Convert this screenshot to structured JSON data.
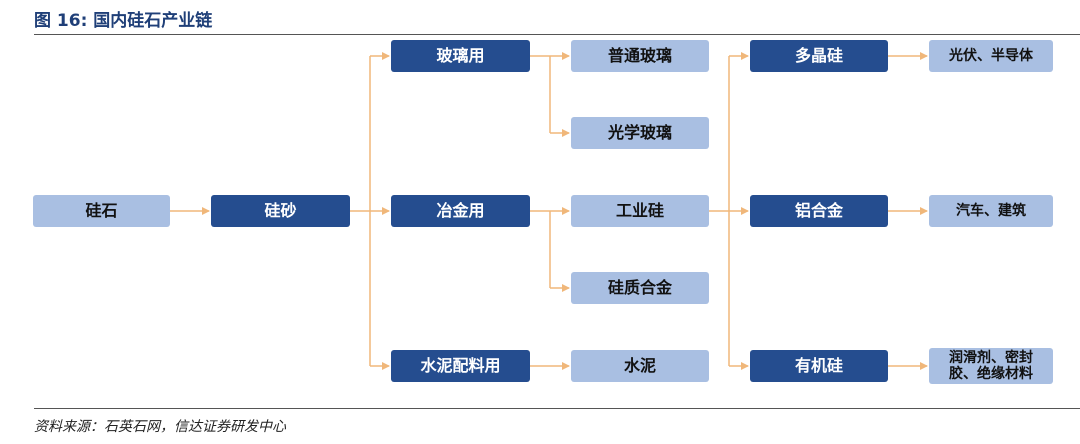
{
  "title": "图 16:  国内硅石产业链",
  "source": "资料来源：石英石网，信达证券研发中心",
  "nodes": {
    "guishi": "硅石",
    "guisha": "硅砂",
    "boliyong": "玻璃用",
    "yejinyong": "冶金用",
    "shuinipeiliaoyong": "水泥配料用",
    "putongboli": "普通玻璃",
    "guangxueboli": "光学玻璃",
    "gongyegui": "工业硅",
    "guizhihejin": "硅质合金",
    "shuini": "水泥",
    "duojinggui": "多晶硅",
    "lvhejin": "铝合金",
    "youjigui": "有机硅",
    "guangfu": "光伏、半导体",
    "qiche": "汽车、建筑",
    "runhua_line1": "润滑剂、密封",
    "runhua_line2": "胶、绝缘材料"
  },
  "colors": {
    "light_box": "#a9bfe2",
    "dark_box": "#254d8f",
    "connector": "#f0b77a"
  }
}
